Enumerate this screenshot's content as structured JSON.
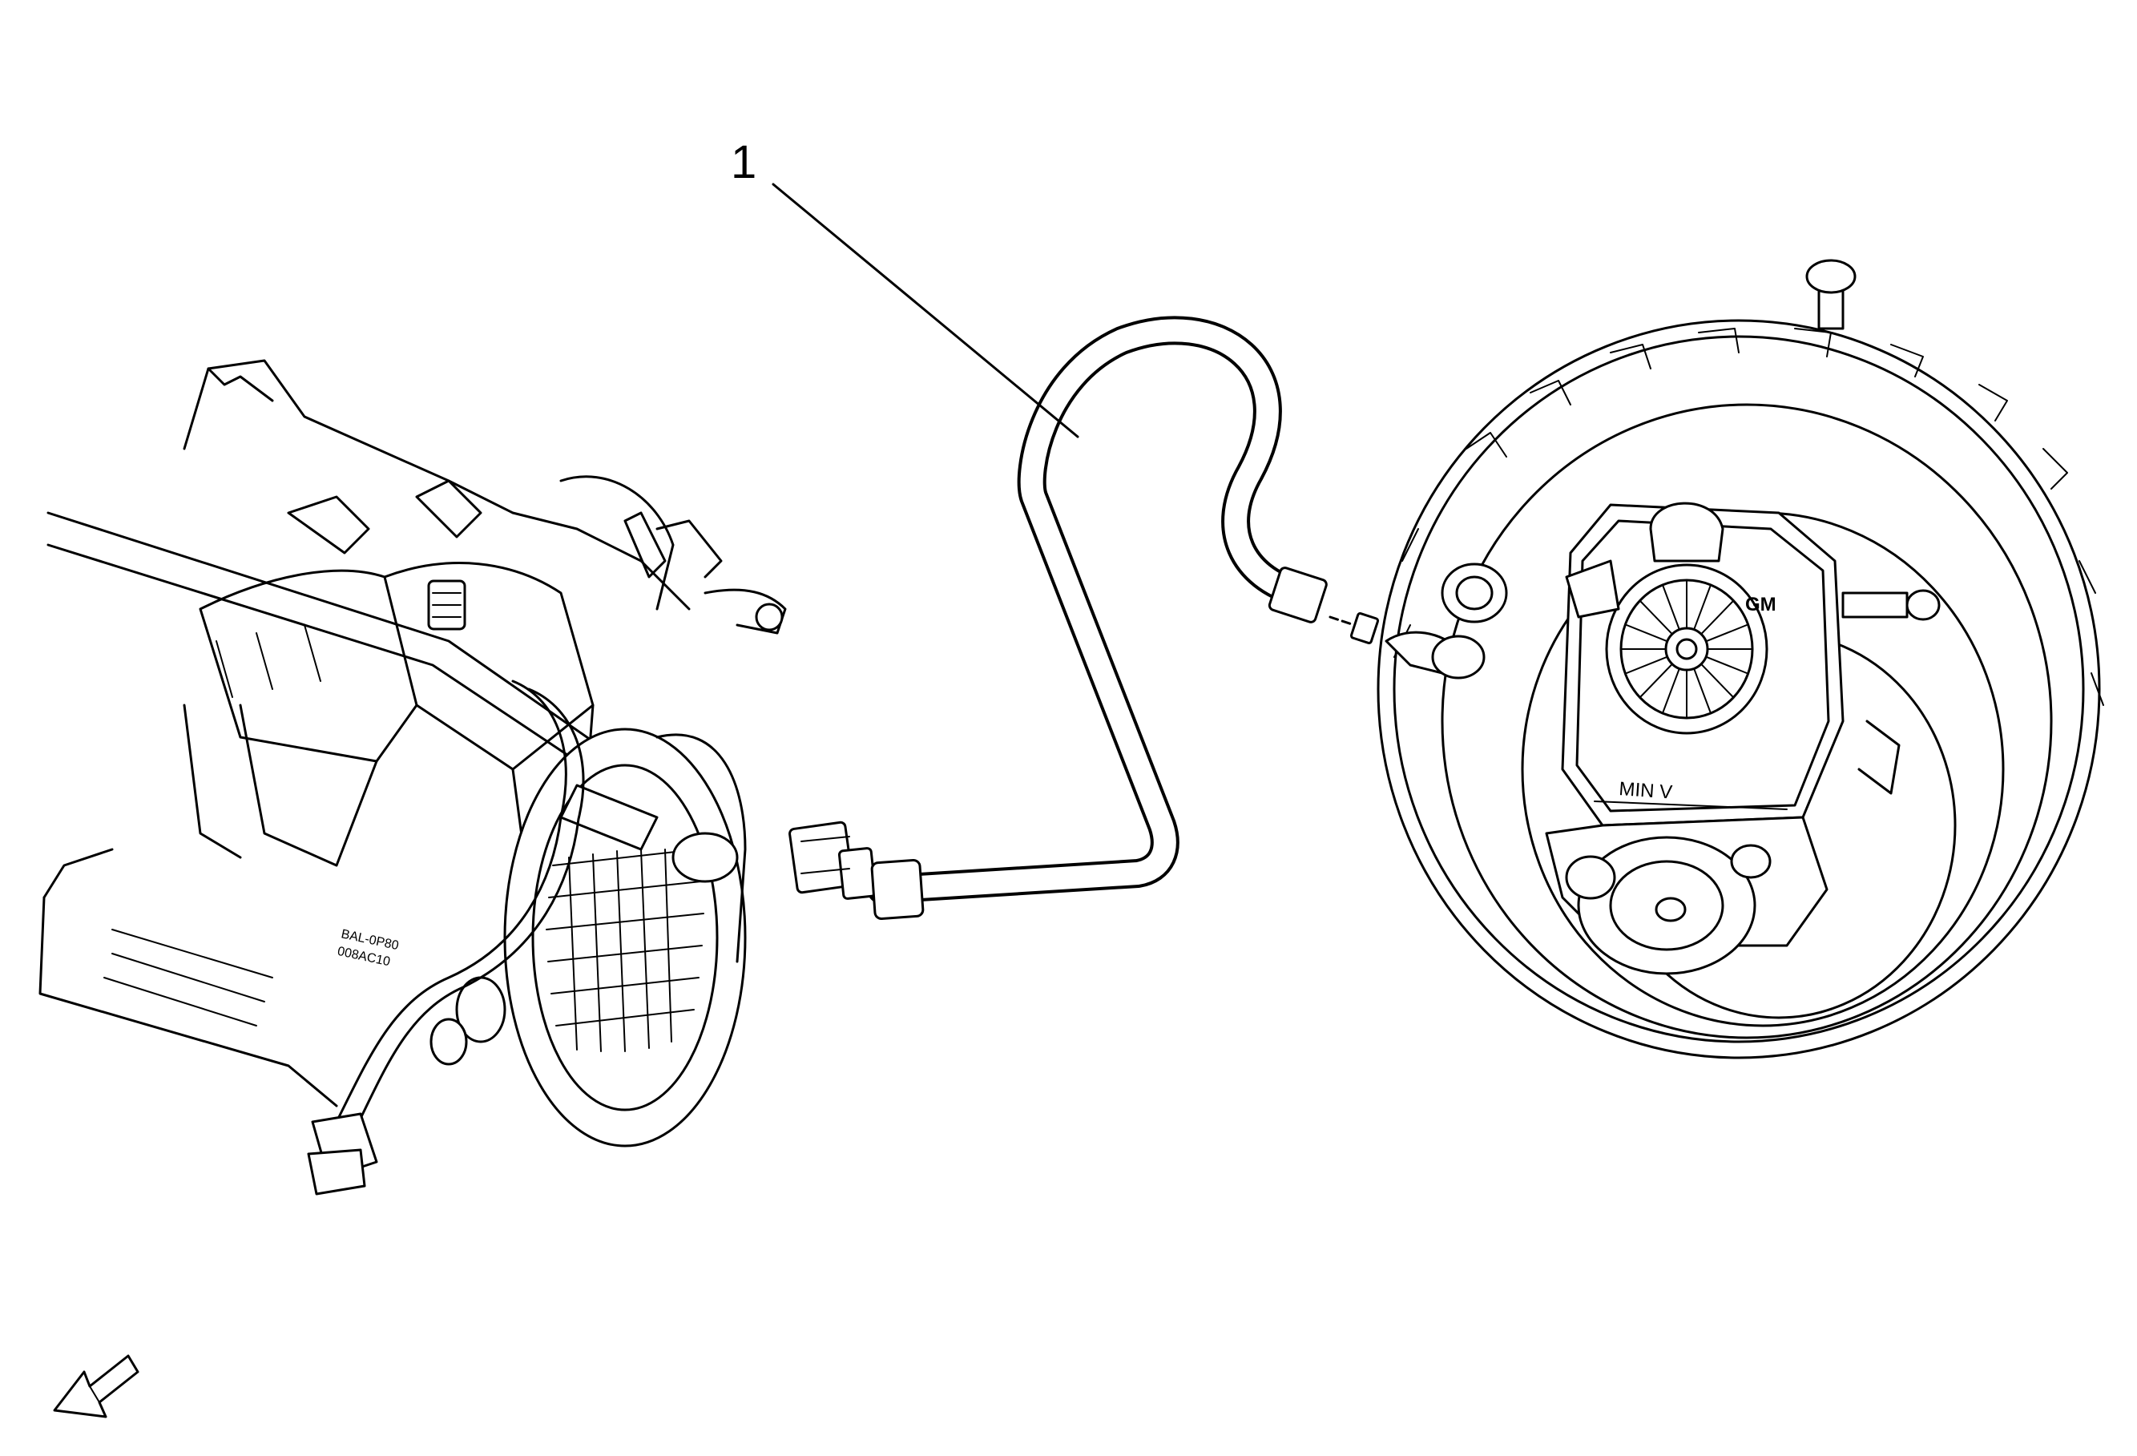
{
  "callouts": [
    {
      "label": "1"
    }
  ],
  "markings": {
    "reservoir_level": "MIN V",
    "brand_badge": "GM",
    "part_tag_line1": "BAL-0P80",
    "part_tag_line2": "008AC10"
  },
  "icons": {
    "direction_arrow": "front-direction-arrow-icon"
  }
}
